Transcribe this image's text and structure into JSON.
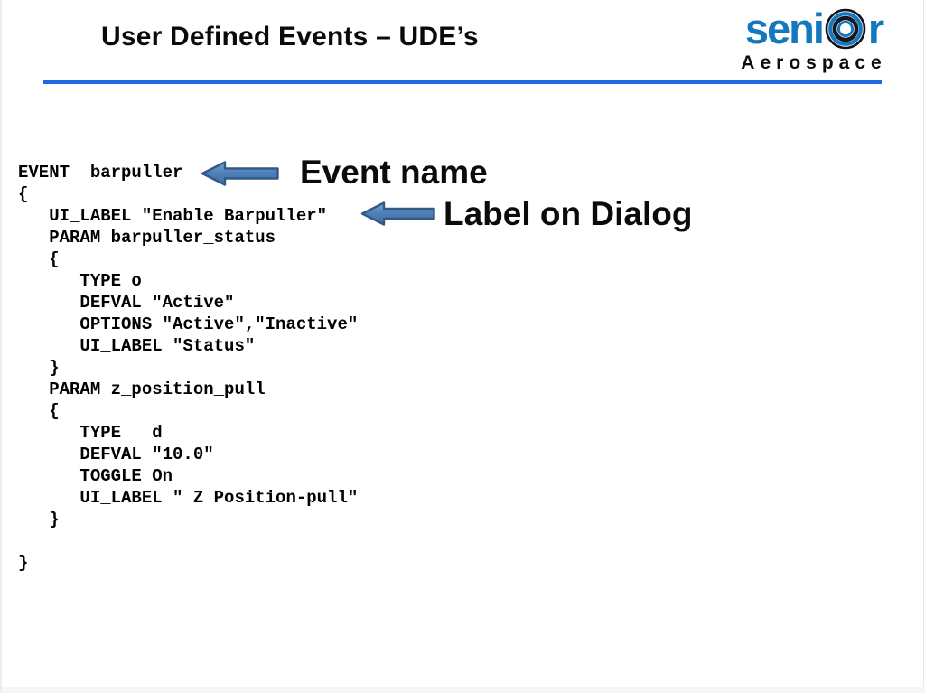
{
  "title": "User Defined Events – UDE’s",
  "logo": {
    "word_pre": "seni",
    "word_post": "r",
    "ring_icon": "concentric-rings-o-icon",
    "subtitle": "Aerospace"
  },
  "code": {
    "lines": [
      "EVENT  barpuller",
      "{",
      "   UI_LABEL \"Enable Barpuller\"",
      "   PARAM barpuller_status",
      "   {",
      "      TYPE o",
      "      DEFVAL \"Active\"",
      "      OPTIONS \"Active\",\"Inactive\"",
      "      UI_LABEL \"Status\"",
      "   }",
      "   PARAM z_position_pull",
      "   {",
      "      TYPE   d",
      "      DEFVAL \"10.0\"",
      "      TOGGLE On",
      "      UI_LABEL \" Z Position-pull\"",
      "   }",
      "",
      "}"
    ]
  },
  "annotations": {
    "event_name": "Event name",
    "label_on_dialog": "Label on Dialog"
  },
  "colors": {
    "rule_blue": "#1e6ae4",
    "arrow_fill": "#4f81bd",
    "arrow_border": "#315a82",
    "logo_blue": "#1478bf",
    "text_black": "#000000"
  }
}
